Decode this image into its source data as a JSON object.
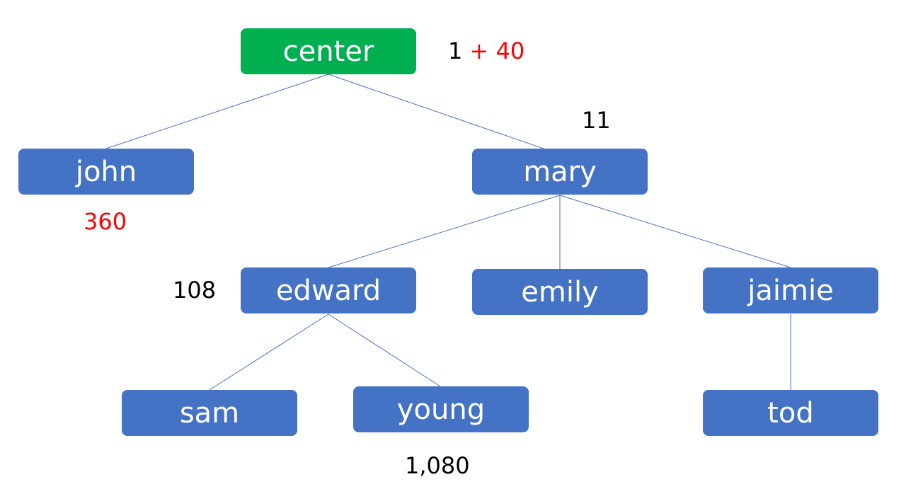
{
  "nodes": {
    "center": "center",
    "john": "john",
    "mary": "mary",
    "edward": "edward",
    "emily": "emily",
    "jaimie": "jaimie",
    "sam": "sam",
    "young": "young",
    "tod": "tod"
  },
  "annotations": {
    "center_base": "1",
    "center_plus": "+ 40",
    "mary_value": "11",
    "john_value": "360",
    "edward_value": "108",
    "young_value": "1,080"
  },
  "colors": {
    "root_fill": "#00b050",
    "node_fill": "#4472c4",
    "edge": "#4472c4",
    "highlight_text": "#ff0000",
    "node_text": "#ffffff"
  }
}
